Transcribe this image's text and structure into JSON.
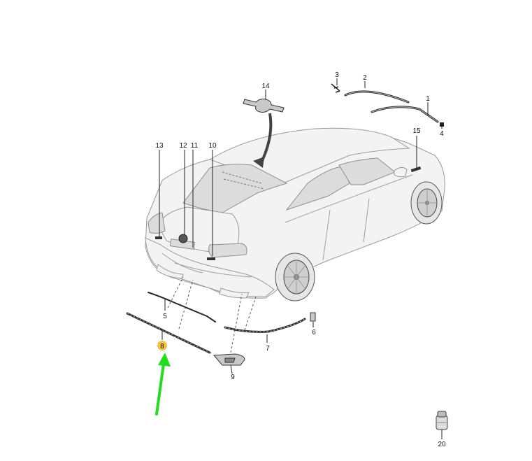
{
  "callouts": {
    "c1": "1",
    "c2": "2",
    "c3": "3",
    "c4": "4",
    "c5": "5",
    "c6": "6",
    "c7": "7",
    "c8": "8",
    "c9": "9",
    "c10": "10",
    "c11": "11",
    "c12": "12",
    "c13": "13",
    "c14": "14",
    "c15": "15",
    "c20": "20"
  },
  "highlight": {
    "callout": "8",
    "badge_color": "#f5c242",
    "arrow_color": "#22dd22"
  }
}
